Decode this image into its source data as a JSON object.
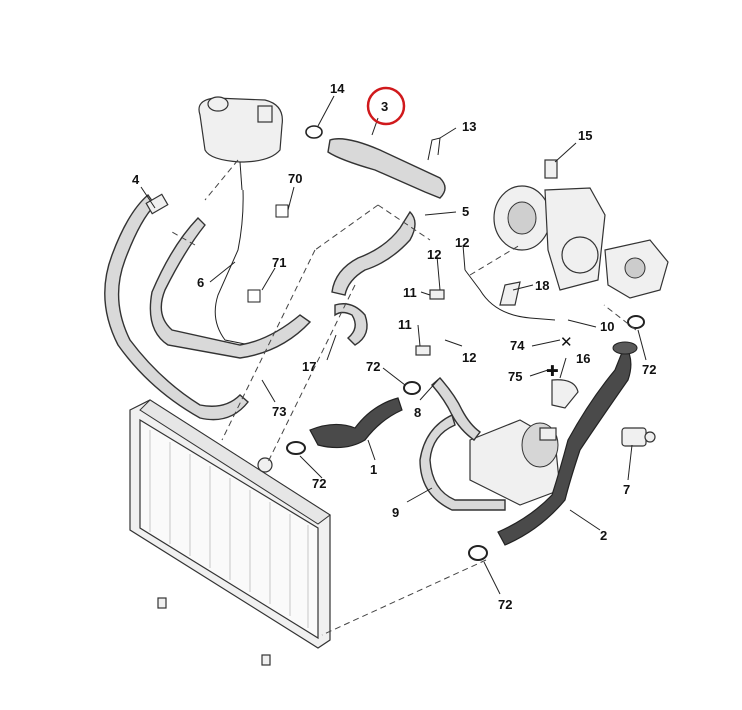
{
  "highlighted_part": "3",
  "callouts": {
    "c1": "1",
    "c2": "2",
    "c3": "3",
    "c4": "4",
    "c5": "5",
    "c6": "6",
    "c7": "7",
    "c8": "8",
    "c9": "9",
    "c10": "10",
    "c11a": "11",
    "c11b": "11",
    "c12a": "12",
    "c12b": "12",
    "c12c": "12",
    "c13": "13",
    "c14": "14",
    "c15": "15",
    "c16": "16",
    "c17": "17",
    "c18": "18",
    "c70": "70",
    "c71": "71",
    "c72a": "72",
    "c72b": "72",
    "c72c": "72",
    "c72d": "72",
    "c73": "73",
    "c74": "74",
    "c75": "75"
  },
  "colors": {
    "highlight_ring": "#d0191c",
    "hose_dark": "#4a4a4a",
    "hose_light": "#d9d9d9",
    "line": "#222222"
  },
  "symbols": {
    "cross": "✕",
    "plus": "✚"
  }
}
